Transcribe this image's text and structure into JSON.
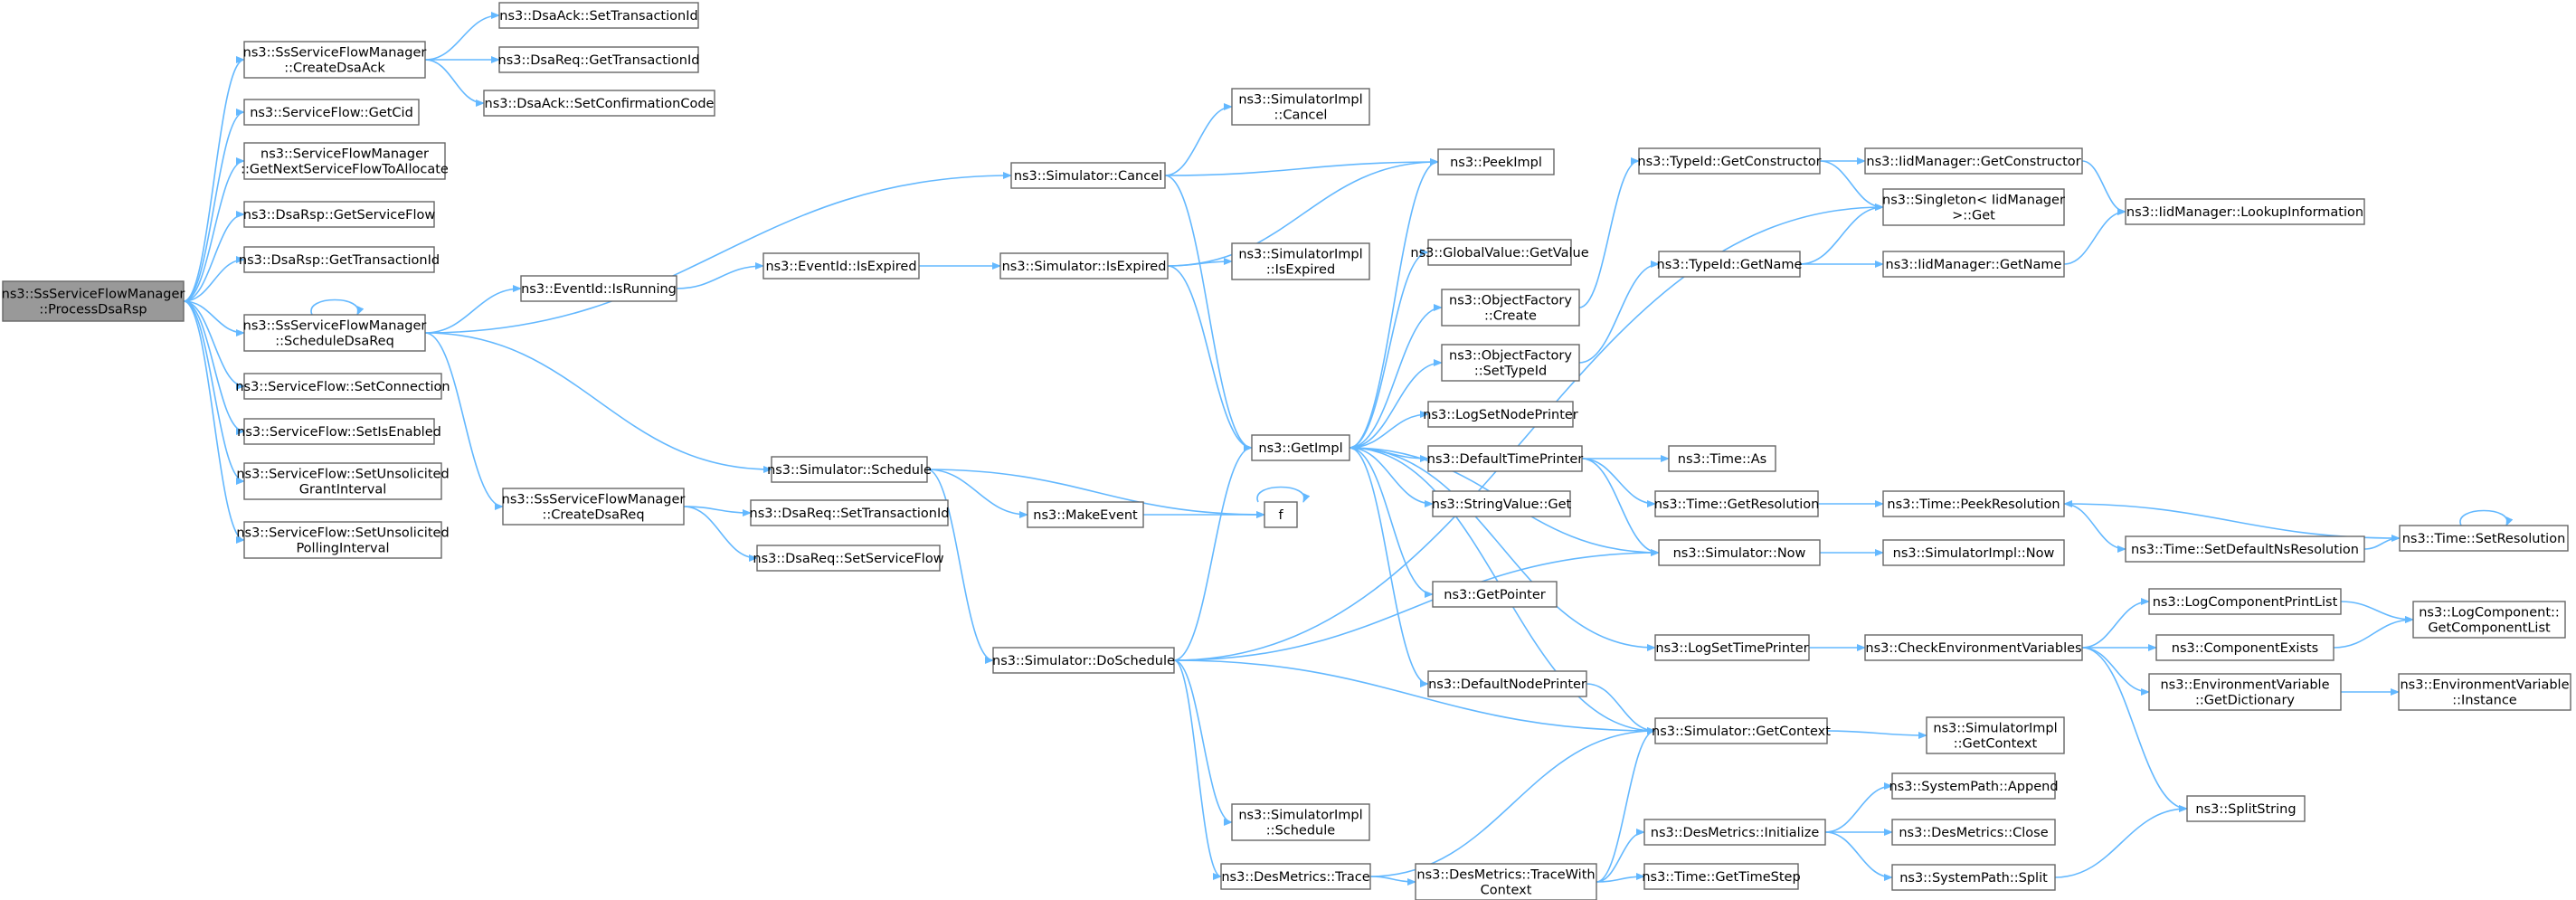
{
  "colors": {
    "edge": "#63b8ff",
    "node_border": "#666666",
    "root_fill": "#999999",
    "node_fill": "#ffffff"
  },
  "nodes": [
    {
      "id": "root",
      "label": [
        "ns3::SsServiceFlowManager",
        "::ProcessDsaRsp"
      ],
      "root": true
    },
    {
      "id": "createDsaAck",
      "label": [
        "ns3::SsServiceFlowManager",
        "::CreateDsaAck"
      ]
    },
    {
      "id": "getCid",
      "label": [
        "ns3::ServiceFlow::GetCid"
      ]
    },
    {
      "id": "getNextSF",
      "label": [
        "ns3::ServiceFlowManager",
        "::GetNextServiceFlowToAllocate"
      ]
    },
    {
      "id": "rspGetSF",
      "label": [
        "ns3::DsaRsp::GetServiceFlow"
      ]
    },
    {
      "id": "rspGetTid",
      "label": [
        "ns3::DsaRsp::GetTransactionId"
      ]
    },
    {
      "id": "scheduleDsaReq",
      "label": [
        "ns3::SsServiceFlowManager",
        "::ScheduleDsaReq"
      ]
    },
    {
      "id": "setConnection",
      "label": [
        "ns3::ServiceFlow::SetConnection"
      ]
    },
    {
      "id": "setIsEnabled",
      "label": [
        "ns3::ServiceFlow::SetIsEnabled"
      ]
    },
    {
      "id": "setUGI",
      "label": [
        "ns3::ServiceFlow::SetUnsolicited",
        "GrantInterval"
      ]
    },
    {
      "id": "setUPI",
      "label": [
        "ns3::ServiceFlow::SetUnsolicited",
        "PollingInterval"
      ]
    },
    {
      "id": "ackSetTid",
      "label": [
        "ns3::DsaAck::SetTransactionId"
      ]
    },
    {
      "id": "reqGetTid",
      "label": [
        "ns3::DsaReq::GetTransactionId"
      ]
    },
    {
      "id": "ackSetCC",
      "label": [
        "ns3::DsaAck::SetConfirmationCode"
      ]
    },
    {
      "id": "createDsaReq",
      "label": [
        "ns3::SsServiceFlowManager",
        "::CreateDsaReq"
      ]
    },
    {
      "id": "reqSetTid",
      "label": [
        "ns3::DsaReq::SetTransactionId"
      ]
    },
    {
      "id": "reqSetSF",
      "label": [
        "ns3::DsaReq::SetServiceFlow"
      ]
    },
    {
      "id": "eidIsRunning",
      "label": [
        "ns3::EventId::IsRunning"
      ]
    },
    {
      "id": "eidIsExpired",
      "label": [
        "ns3::EventId::IsExpired"
      ]
    },
    {
      "id": "simCancel",
      "label": [
        "ns3::Simulator::Cancel"
      ]
    },
    {
      "id": "simIsExpired",
      "label": [
        "ns3::Simulator::IsExpired"
      ]
    },
    {
      "id": "simSchedule",
      "label": [
        "ns3::Simulator::Schedule"
      ]
    },
    {
      "id": "makeEvent",
      "label": [
        "ns3::MakeEvent"
      ]
    },
    {
      "id": "f",
      "label": [
        "f"
      ]
    },
    {
      "id": "simDoSchedule",
      "label": [
        "ns3::Simulator::DoSchedule"
      ]
    },
    {
      "id": "implCancel",
      "label": [
        "ns3::SimulatorImpl",
        "::Cancel"
      ]
    },
    {
      "id": "implIsExpired",
      "label": [
        "ns3::SimulatorImpl",
        "::IsExpired"
      ]
    },
    {
      "id": "implSchedule",
      "label": [
        "ns3::SimulatorImpl",
        "::Schedule"
      ]
    },
    {
      "id": "desTrace",
      "label": [
        "ns3::DesMetrics::Trace"
      ]
    },
    {
      "id": "peekImpl",
      "label": [
        "ns3::PeekImpl"
      ]
    },
    {
      "id": "getImpl",
      "label": [
        "ns3::GetImpl"
      ]
    },
    {
      "id": "gvGetValue",
      "label": [
        "ns3::GlobalValue::GetValue"
      ]
    },
    {
      "id": "ofCreate",
      "label": [
        "ns3::ObjectFactory",
        "::Create"
      ]
    },
    {
      "id": "ofSetTypeId",
      "label": [
        "ns3::ObjectFactory",
        "::SetTypeId"
      ]
    },
    {
      "id": "logSetNodePrinter",
      "label": [
        "ns3::LogSetNodePrinter"
      ]
    },
    {
      "id": "defaultTimePrinter",
      "label": [
        "ns3::DefaultTimePrinter"
      ]
    },
    {
      "id": "svGet",
      "label": [
        "ns3::StringValue::Get"
      ]
    },
    {
      "id": "getPointer",
      "label": [
        "ns3::GetPointer"
      ]
    },
    {
      "id": "defaultNodePrinter",
      "label": [
        "ns3::DefaultNodePrinter"
      ]
    },
    {
      "id": "simNow",
      "label": [
        "ns3::Simulator::Now"
      ]
    },
    {
      "id": "logSetTimePrinter",
      "label": [
        "ns3::LogSetTimePrinter"
      ]
    },
    {
      "id": "simGetContext",
      "label": [
        "ns3::Simulator::GetContext"
      ]
    },
    {
      "id": "desTraceWith",
      "label": [
        "ns3::DesMetrics::TraceWith",
        "Context"
      ]
    },
    {
      "id": "tidGetConstructor",
      "label": [
        "ns3::TypeId::GetConstructor"
      ]
    },
    {
      "id": "singletonGet",
      "label": [
        "ns3::Singleton< IidManager",
        ">::Get"
      ]
    },
    {
      "id": "tidGetName",
      "label": [
        "ns3::TypeId::GetName"
      ]
    },
    {
      "id": "iidGetConstructor",
      "label": [
        "ns3::IidManager::GetConstructor"
      ]
    },
    {
      "id": "iidGetName",
      "label": [
        "ns3::IidManager::GetName"
      ]
    },
    {
      "id": "iidLookup",
      "label": [
        "ns3::IidManager::LookupInformation"
      ]
    },
    {
      "id": "timeAs",
      "label": [
        "ns3::Time::As"
      ]
    },
    {
      "id": "timeGetRes",
      "label": [
        "ns3::Time::GetResolution"
      ]
    },
    {
      "id": "timePeekRes",
      "label": [
        "ns3::Time::PeekResolution"
      ]
    },
    {
      "id": "timeSetDefNsRes",
      "label": [
        "ns3::Time::SetDefaultNsResolution"
      ]
    },
    {
      "id": "timeSetRes",
      "label": [
        "ns3::Time::SetResolution"
      ]
    },
    {
      "id": "implNow",
      "label": [
        "ns3::SimulatorImpl::Now"
      ]
    },
    {
      "id": "checkEnv",
      "label": [
        "ns3::CheckEnvironmentVariables"
      ]
    },
    {
      "id": "logCompPrintList",
      "label": [
        "ns3::LogComponentPrintList"
      ]
    },
    {
      "id": "componentExists",
      "label": [
        "ns3::ComponentExists"
      ]
    },
    {
      "id": "envGetDict",
      "label": [
        "ns3::EnvironmentVariable",
        "::GetDictionary"
      ]
    },
    {
      "id": "logCompGetList",
      "label": [
        "ns3::LogComponent::",
        "GetComponentList"
      ]
    },
    {
      "id": "envInstance",
      "label": [
        "ns3::EnvironmentVariable",
        "::Instance"
      ]
    },
    {
      "id": "splitString",
      "label": [
        "ns3::SplitString"
      ]
    },
    {
      "id": "implGetContext",
      "label": [
        "ns3::SimulatorImpl",
        "::GetContext"
      ]
    },
    {
      "id": "desInit",
      "label": [
        "ns3::DesMetrics::Initialize"
      ]
    },
    {
      "id": "spAppend",
      "label": [
        "ns3::SystemPath::Append"
      ]
    },
    {
      "id": "desClose",
      "label": [
        "ns3::DesMetrics::Close"
      ]
    },
    {
      "id": "spSplit",
      "label": [
        "ns3::SystemPath::Split"
      ]
    },
    {
      "id": "timeGetStep",
      "label": [
        "ns3::Time::GetTimeStep"
      ]
    }
  ],
  "edges": [
    [
      "root",
      "createDsaAck"
    ],
    [
      "root",
      "getCid"
    ],
    [
      "root",
      "getNextSF"
    ],
    [
      "root",
      "rspGetSF"
    ],
    [
      "root",
      "rspGetTid"
    ],
    [
      "root",
      "scheduleDsaReq"
    ],
    [
      "root",
      "setConnection"
    ],
    [
      "root",
      "setIsEnabled"
    ],
    [
      "root",
      "setUGI"
    ],
    [
      "root",
      "setUPI"
    ],
    [
      "createDsaAck",
      "ackSetTid"
    ],
    [
      "createDsaAck",
      "reqGetTid"
    ],
    [
      "createDsaAck",
      "ackSetCC"
    ],
    [
      "scheduleDsaReq",
      "scheduleDsaReq"
    ],
    [
      "scheduleDsaReq",
      "simCancel"
    ],
    [
      "scheduleDsaReq",
      "eidIsRunning"
    ],
    [
      "scheduleDsaReq",
      "simSchedule"
    ],
    [
      "scheduleDsaReq",
      "createDsaReq"
    ],
    [
      "createDsaReq",
      "reqSetTid"
    ],
    [
      "createDsaReq",
      "reqSetSF"
    ],
    [
      "eidIsRunning",
      "eidIsExpired"
    ],
    [
      "eidIsExpired",
      "simIsExpired"
    ],
    [
      "simCancel",
      "implCancel"
    ],
    [
      "simCancel",
      "peekImpl"
    ],
    [
      "simCancel",
      "getImpl"
    ],
    [
      "simIsExpired",
      "peekImpl"
    ],
    [
      "simIsExpired",
      "implIsExpired"
    ],
    [
      "simIsExpired",
      "getImpl"
    ],
    [
      "simSchedule",
      "makeEvent"
    ],
    [
      "simSchedule",
      "f"
    ],
    [
      "simSchedule",
      "simDoSchedule"
    ],
    [
      "makeEvent",
      "f"
    ],
    [
      "f",
      "f"
    ],
    [
      "simDoSchedule",
      "getImpl"
    ],
    [
      "simDoSchedule",
      "singletonGet"
    ],
    [
      "simDoSchedule",
      "simNow"
    ],
    [
      "simDoSchedule",
      "implSchedule"
    ],
    [
      "simDoSchedule",
      "desTrace"
    ],
    [
      "simDoSchedule",
      "simGetContext"
    ],
    [
      "desTrace",
      "simGetContext"
    ],
    [
      "desTrace",
      "desTraceWith"
    ],
    [
      "getImpl",
      "peekImpl"
    ],
    [
      "getImpl",
      "gvGetValue"
    ],
    [
      "getImpl",
      "ofCreate"
    ],
    [
      "getImpl",
      "ofSetTypeId"
    ],
    [
      "getImpl",
      "logSetNodePrinter"
    ],
    [
      "getImpl",
      "defaultTimePrinter"
    ],
    [
      "getImpl",
      "svGet"
    ],
    [
      "getImpl",
      "getPointer"
    ],
    [
      "getImpl",
      "defaultNodePrinter"
    ],
    [
      "getImpl",
      "logSetTimePrinter"
    ],
    [
      "simNow",
      "getImpl"
    ],
    [
      "simNow",
      "implNow"
    ],
    [
      "simGetContext",
      "getImpl"
    ],
    [
      "simGetContext",
      "implGetContext"
    ],
    [
      "ofCreate",
      "tidGetConstructor"
    ],
    [
      "ofSetTypeId",
      "tidGetName"
    ],
    [
      "tidGetConstructor",
      "iidGetConstructor"
    ],
    [
      "tidGetConstructor",
      "singletonGet"
    ],
    [
      "tidGetName",
      "singletonGet"
    ],
    [
      "tidGetName",
      "iidGetName"
    ],
    [
      "iidGetConstructor",
      "iidLookup"
    ],
    [
      "iidGetName",
      "iidLookup"
    ],
    [
      "defaultTimePrinter",
      "timeAs"
    ],
    [
      "defaultTimePrinter",
      "timeGetRes"
    ],
    [
      "defaultTimePrinter",
      "simNow"
    ],
    [
      "timeGetRes",
      "timePeekRes"
    ],
    [
      "timePeekRes",
      "timeSetDefNsRes"
    ],
    [
      "timeSetDefNsRes",
      "timeSetRes"
    ],
    [
      "timeSetRes",
      "timePeekRes"
    ],
    [
      "timeSetRes",
      "timeSetRes"
    ],
    [
      "defaultNodePrinter",
      "simGetContext"
    ],
    [
      "logSetTimePrinter",
      "checkEnv"
    ],
    [
      "checkEnv",
      "logCompPrintList"
    ],
    [
      "checkEnv",
      "componentExists"
    ],
    [
      "checkEnv",
      "envGetDict"
    ],
    [
      "checkEnv",
      "splitString"
    ],
    [
      "logCompPrintList",
      "logCompGetList"
    ],
    [
      "componentExists",
      "logCompGetList"
    ],
    [
      "envGetDict",
      "envInstance"
    ],
    [
      "desTraceWith",
      "desInit"
    ],
    [
      "desTraceWith",
      "timeGetStep"
    ],
    [
      "desTraceWith",
      "simGetContext"
    ],
    [
      "desInit",
      "spAppend"
    ],
    [
      "desInit",
      "desClose"
    ],
    [
      "desInit",
      "spSplit"
    ],
    [
      "spSplit",
      "splitString"
    ]
  ]
}
